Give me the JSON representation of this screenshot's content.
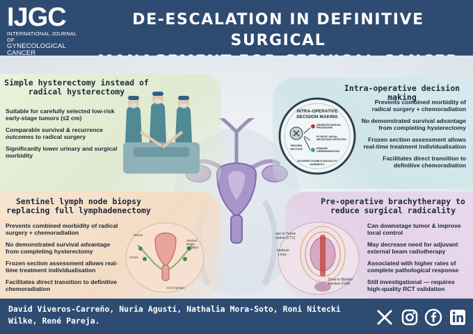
{
  "logo": {
    "mark": "IJGC",
    "line1": "INTERNATIONAL JOURNAL OF",
    "line2": "GYNECOLOGICAL",
    "line3": "CANCER"
  },
  "title": {
    "line1": "DE-ESCALATION IN DEFINITIVE SURGICAL",
    "line2": "MANAGEMENT FOR CERVICAL CANCER"
  },
  "sections": {
    "hysterectomy": {
      "title_line1": "Simple hysterectomy instead of",
      "title_line2": "radical hysterectomy",
      "bullets": [
        "Suitable for carefully selected low-risk early-stage tumors (≤2 cm)",
        "Comparable survival & recurrence outcomes to radical surgery",
        "Significantly lower urinary and surgical morbidity"
      ]
    },
    "intraop": {
      "title": "Intra-operative decision making",
      "bullets": [
        "Prevents combined morbidity of radical surgery + chemoradiation",
        "No demonstrated survival advantage from completing hysterectomy",
        "Frozen section assessment allows real-time treatment individualisation",
        "Facilitates direct transition to definitive chemoradiation"
      ],
      "diagram": {
        "heading1": "INTRA-OPERATIVE",
        "heading2": "DECISION MAKING",
        "frozen1": "FROZEN",
        "frozen2": "SECTION",
        "abandon1": "ABANDON RADICAL",
        "abandon2": "PROCEDURE",
        "ifpelvic1": "IF PELVIC NODAL",
        "ifpelvic2": "METASTASIS DETECTED",
        "primary1": "PRIMARY",
        "primary2": "CHEMORADIATION",
        "avoid1": "AVOIDING DOUBLE-MODALITY",
        "avoid2": "MORBIDITY"
      }
    },
    "sentinel": {
      "title_line1": "Sentinel lymph node biopsy",
      "title_line2": "replacing full lymphadenectomy",
      "bullets": [
        "Prevents combined morbidity of radical surgery + chemoradiation",
        "No demonstrated survival advantage from completing hysterectomy",
        "Frozen section assessment allows real-time treatment individualisation",
        "Facilitates direct transition to definitive chemoradiation"
      ],
      "labels": {
        "uterus": "Uterus",
        "cervix": "Cervix",
        "sentinel1": "Sentinel",
        "sentinel2": "Nodes",
        "sentinel3": "identified",
        "icg": "ICG injection"
      }
    },
    "brachy": {
      "title_line1": "Pre-operative brachytherapy to",
      "title_line2": "reduce surgical radicality",
      "bullets": [
        "Can downstage tumor & improve local control",
        "May decrease need for adjuvant external beam radiotherapy",
        "Associated with higher rates of complete pathological response",
        "Still investigational — requires high-quality RCT validation"
      ],
      "labels": {
        "tumor1": "ose to Tumor",
        "tumor2": "olume (CTV)",
        "isodose1": "Isodose",
        "isodose2": "Lines",
        "bladder1": "Dose to Bladder",
        "bladder2": "Rectum (OAR"
      }
    }
  },
  "footer": {
    "authors_line1": "David Viveros-Carreño, Nuria Agustí, Nathalia Mora-Soto, Roni Nitecki",
    "authors_line2": "Wilke, René Pareja.",
    "social": [
      "x-icon",
      "instagram-icon",
      "facebook-icon",
      "linkedin-icon"
    ]
  },
  "colors": {
    "header_bg": "#2e4b72",
    "green_panel": "#e3edd3",
    "teal_panel": "#d2e8eb",
    "peach_panel": "#f5dfc8",
    "lilac_panel": "#e7d4e8",
    "text": "#1b2838"
  }
}
